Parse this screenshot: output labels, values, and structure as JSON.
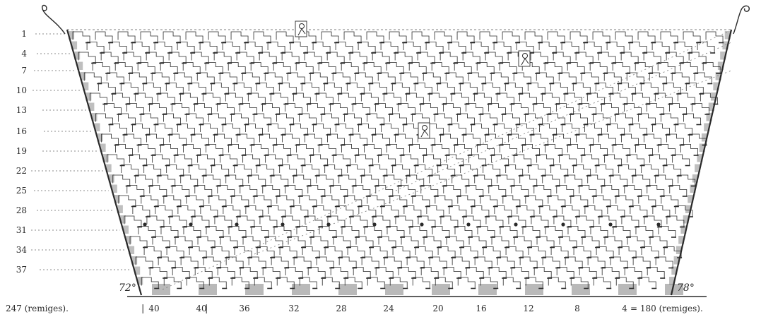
{
  "row_labels": [
    "1",
    "4",
    "7",
    "10",
    "13",
    "16",
    "19",
    "22",
    "25",
    "28",
    "31",
    "34",
    "37"
  ],
  "angles": {
    "left": "72°",
    "right": "78°"
  },
  "bottom_labels": {
    "left_total": "247 (remiges).",
    "separator": "|",
    "counts": [
      "40",
      "40",
      "36",
      "32",
      "28",
      "24",
      "20",
      "16",
      "12",
      "8",
      "4"
    ],
    "right_total": "= 180 (remiges)."
  },
  "colors": {
    "ink": "#2a2a2a",
    "shade": "#8a8a8a",
    "paper": "#ffffff"
  }
}
